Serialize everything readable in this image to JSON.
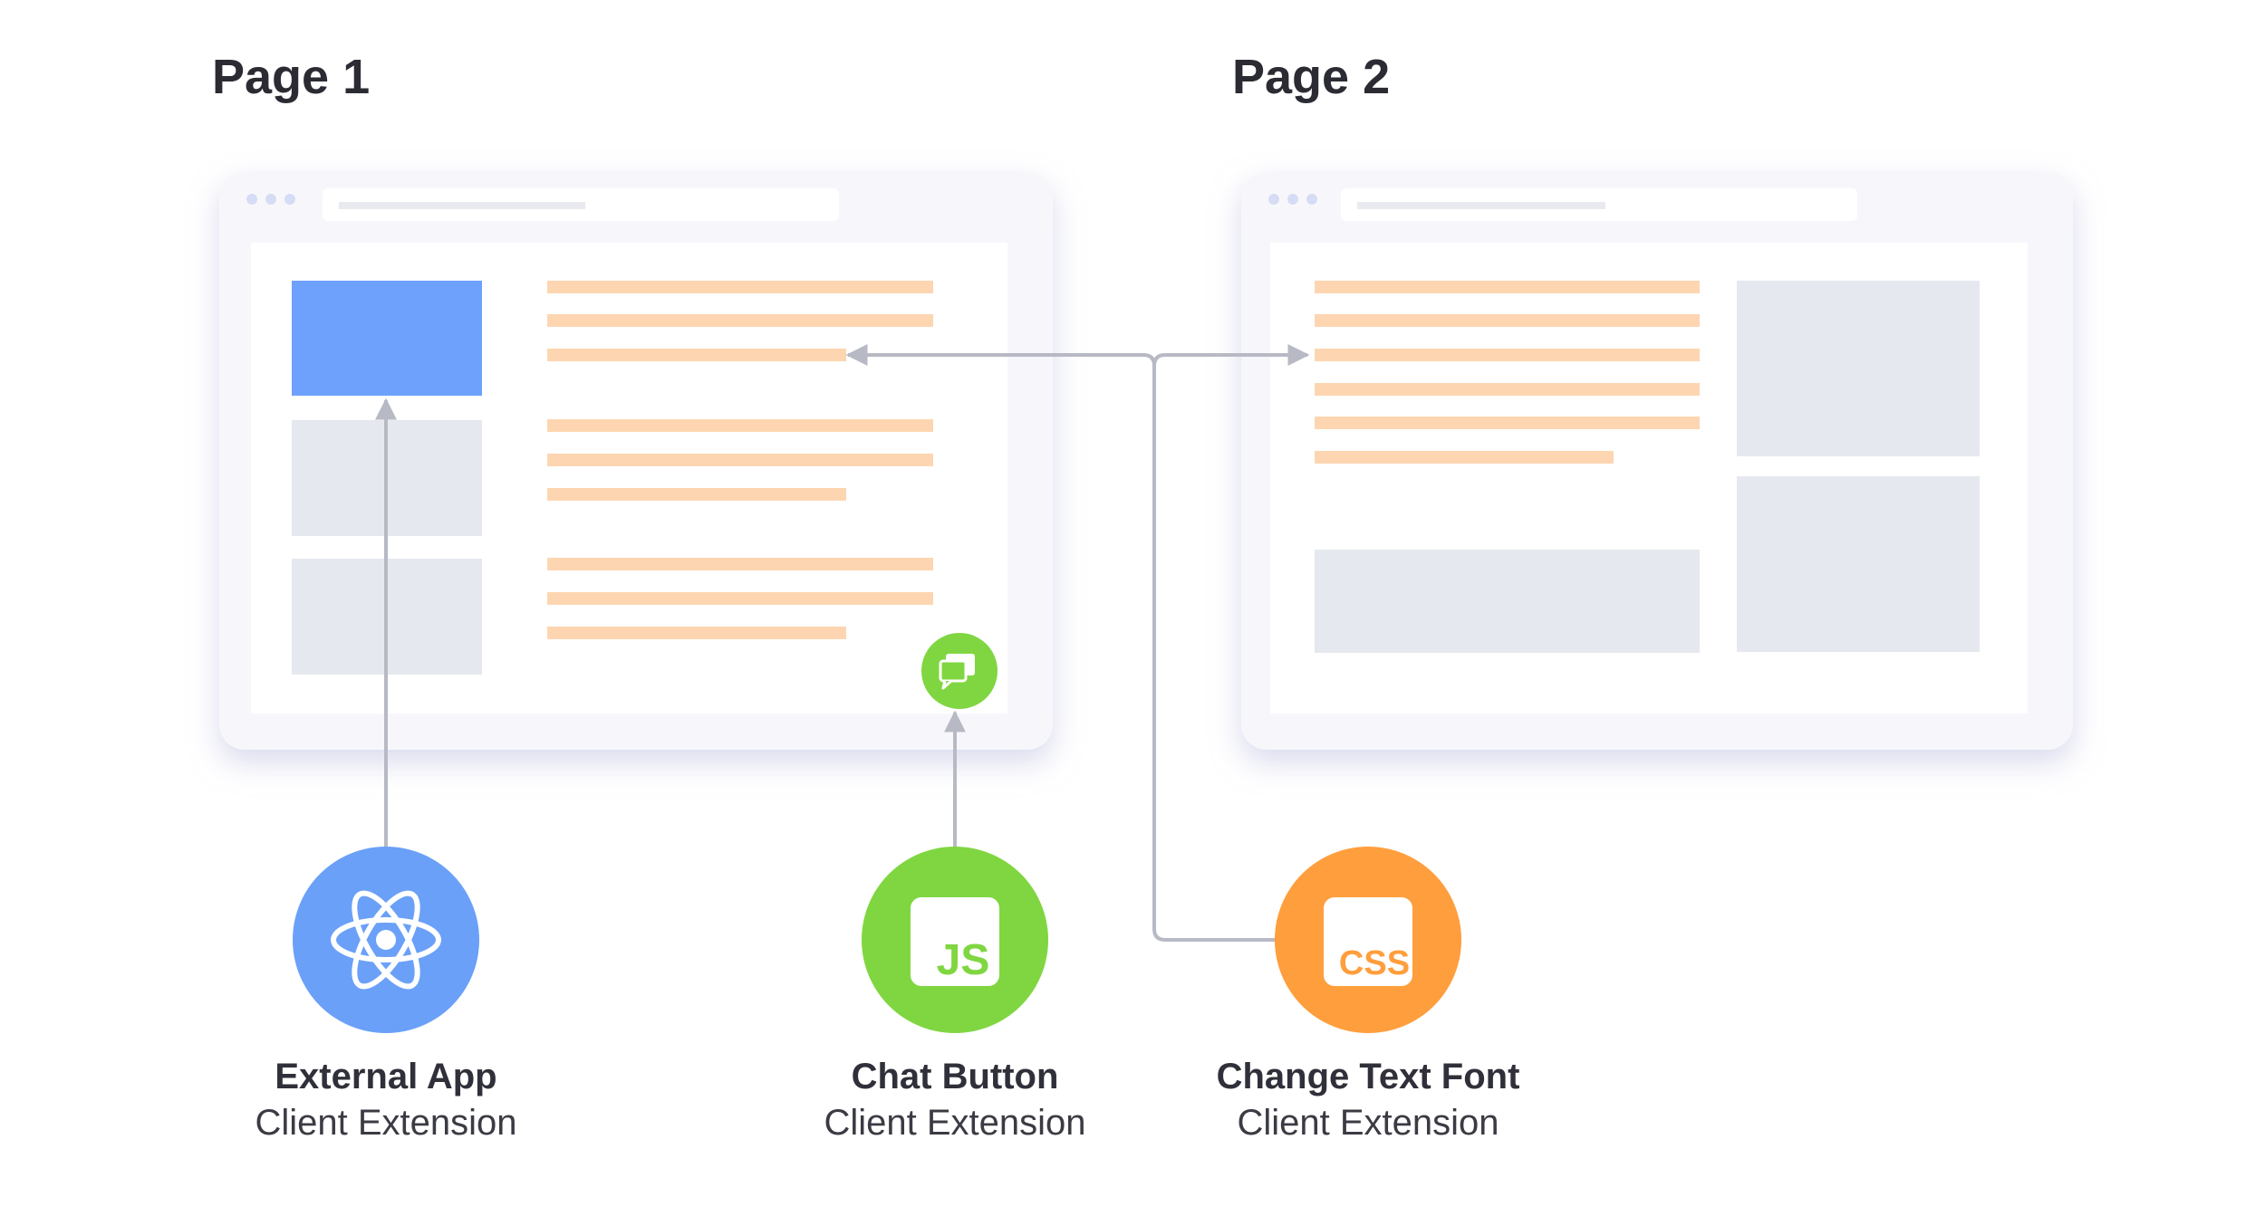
{
  "pages": [
    {
      "title": "Page 1"
    },
    {
      "title": "Page 2"
    }
  ],
  "extensions": [
    {
      "name": "External App",
      "type": "Client Extension",
      "icon": "react-icon",
      "color": "#6aa0f8"
    },
    {
      "name": "Chat Button",
      "type": "Client Extension",
      "icon": "js-icon",
      "icon_text": "JS",
      "color": "#80d641"
    },
    {
      "name": "Change Text Font",
      "type": "Client Extension",
      "icon": "css-icon",
      "icon_text": "CSS",
      "color": "#ff9e3d"
    }
  ],
  "colors": {
    "browser_frame": "#f7f7fb",
    "content_area": "#ffffff",
    "text_line": "#fdd6b1",
    "placeholder_block": "#e6e8ef",
    "highlight_block": "#6da1fb",
    "connector": "#b7b9c4",
    "chat_badge": "#80d641"
  }
}
